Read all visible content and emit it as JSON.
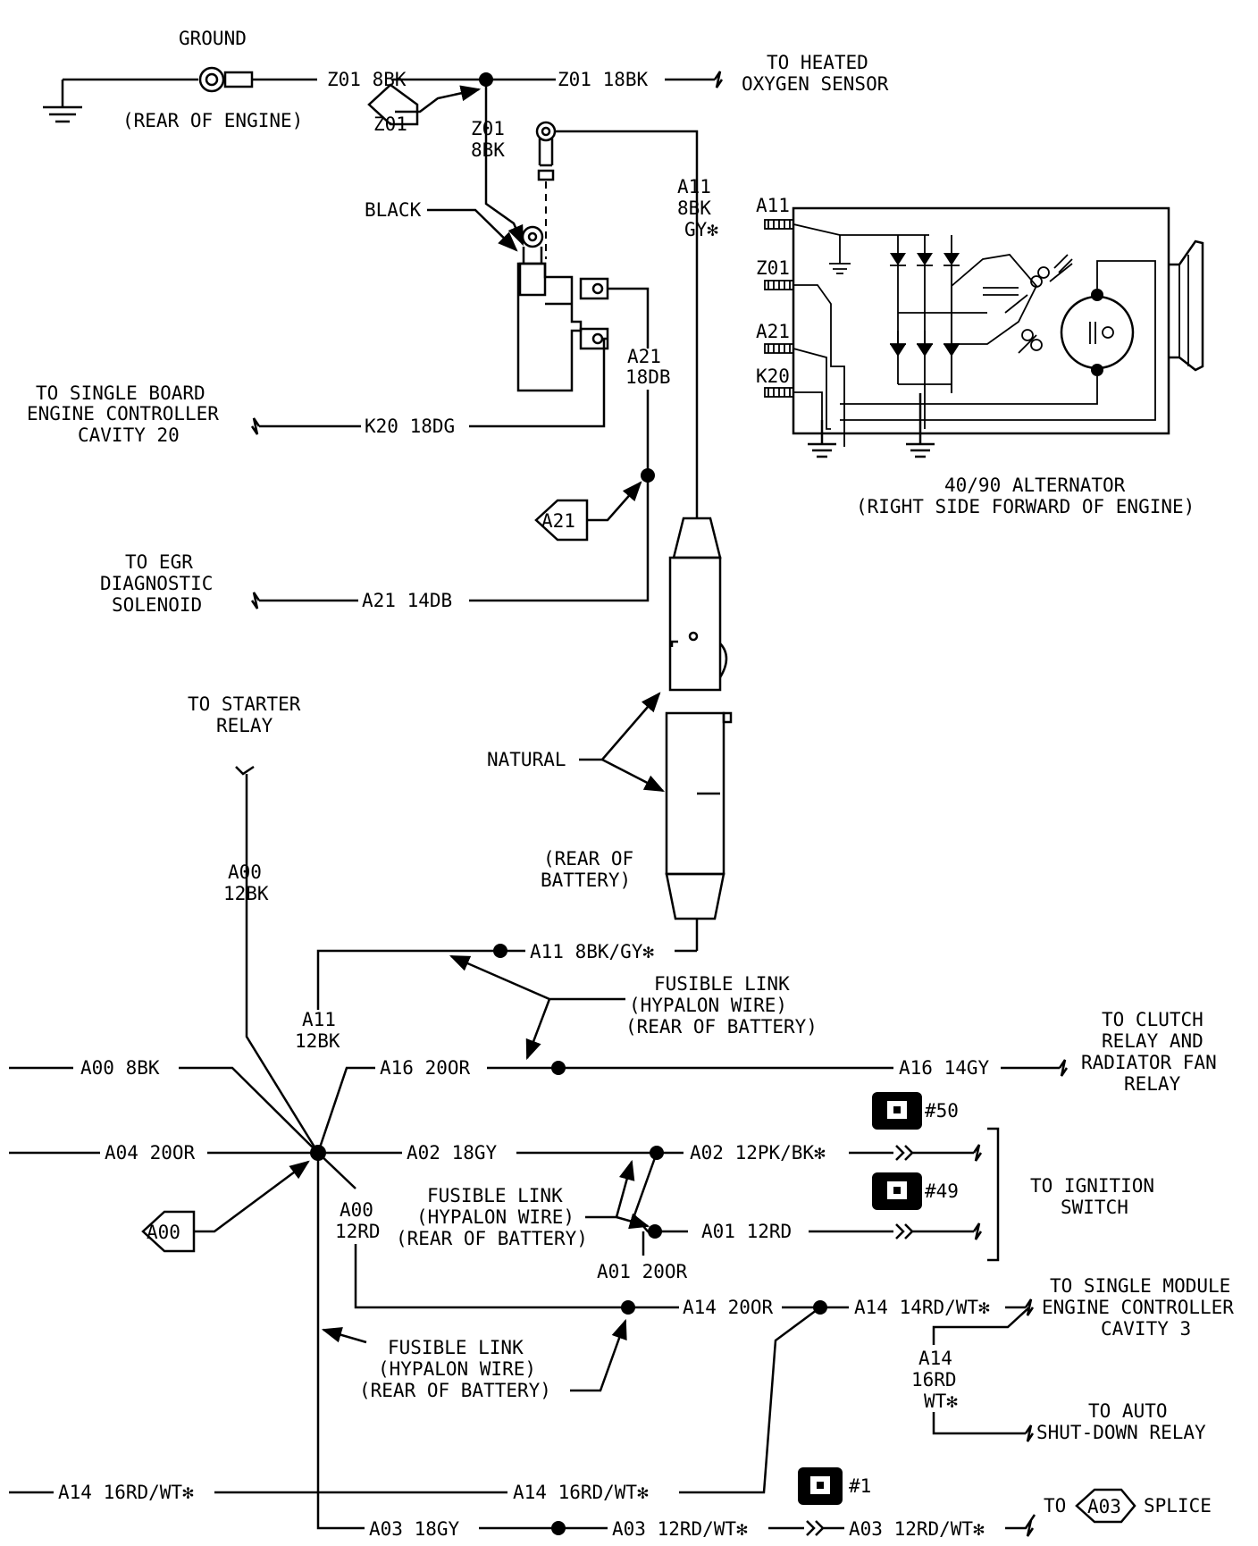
{
  "labels": {
    "ground": "GROUND",
    "rear_of_engine": "(REAR OF ENGINE)",
    "z01_8bk": "Z01 8BK",
    "z01_18bk": "Z01 18BK",
    "to_heated": "TO HEATED",
    "oxygen_sensor": "OXYGEN SENSOR",
    "z01_tag": "Z01",
    "z01_v": "Z01",
    "bk8_v": "8BK",
    "black": "BLACK",
    "a11_v": "A11",
    "bk8_v2": "8BK",
    "gy_star": "GY✻",
    "a21_v": "A21",
    "db18_v": "18DB",
    "to_single_board": "TO SINGLE BOARD",
    "engine_controller": "ENGINE CONTROLLER",
    "cavity_20": "CAVITY 20",
    "k20_18dg": "K20 18DG",
    "a21_tag": "A21",
    "to_egr": "TO EGR",
    "diagnostic": "DIAGNOSTIC",
    "solenoid": "SOLENOID",
    "a21_14db": "A21 14DB",
    "alt_a11": "A11",
    "alt_z01": "Z01",
    "alt_a21": "A21",
    "alt_k20": "K20",
    "alternator": "40/90 ALTERNATOR",
    "alt_location": "(RIGHT SIDE FORWARD OF ENGINE)",
    "to_starter": "TO STARTER",
    "relay": "RELAY",
    "natural": "NATURAL",
    "rear_of": "(REAR OF",
    "battery": "BATTERY)",
    "a00_v": "A00",
    "bk12_v": "12BK",
    "a11_8bkgy": "A11 8BK/GY✻",
    "fusible_link_1": "FUSIBLE LINK",
    "hypalon_1": "(HYPALON WIRE)",
    "rear_batt_1": "(REAR OF BATTERY)",
    "a11_v2": "A11",
    "bk12_v2": "12BK",
    "to_clutch": "TO CLUTCH",
    "relay_and": "RELAY AND",
    "radiator_fan": "RADIATOR FAN",
    "relay_2": "RELAY",
    "a00_8bk": "A00 8BK",
    "a16_20or": "A16 20OR",
    "a16_14gy": "A16 14GY",
    "conn_50": "#50",
    "conn_49": "#49",
    "conn_1": "#1",
    "a04_20or": "A04 20OR",
    "a02_18gy": "A02 18GY",
    "a02_12pkbk": "A02 12PK/BK✻",
    "to_ignition": "TO IGNITION",
    "switch": "SWITCH",
    "fusible_link_2": "FUSIBLE LINK",
    "hypalon_2": "(HYPALON WIRE)",
    "rear_batt_2": "(REAR OF BATTERY)",
    "a00_v2": "A00",
    "rd12_v": "12RD",
    "a01_12rd": "A01 12RD",
    "a00_tag": "A00",
    "a01_20or": "A01 20OR",
    "a14_20or": "A14 20OR",
    "a14_14rdwt": "A14 14RD/WT✻",
    "to_single_module": "TO SINGLE MODULE",
    "engine_controller_2": "ENGINE CONTROLLER",
    "cavity_3": "CAVITY 3",
    "a14_v": "A14",
    "rd16_v": "16RD",
    "wt_star": "WT✻",
    "to_auto": "TO AUTO",
    "shutdown_relay": "SHUT-DOWN RELAY",
    "fusible_link_3": "FUSIBLE LINK",
    "hypalon_3": "(HYPALON WIRE)",
    "rear_batt_3": "(REAR OF BATTERY)",
    "a14_16rdwt_l": "A14 16RD/WT✻",
    "a14_16rdwt_r": "A14 16RD/WT✻",
    "to_text": "TO",
    "a03_tag": "A03",
    "splice": "SPLICE",
    "a03_18gy": "A03 18GY",
    "a03_12rdwt_1": "A03 12RD/WT✻",
    "a03_12rdwt_2": "A03 12RD/WT✻"
  }
}
